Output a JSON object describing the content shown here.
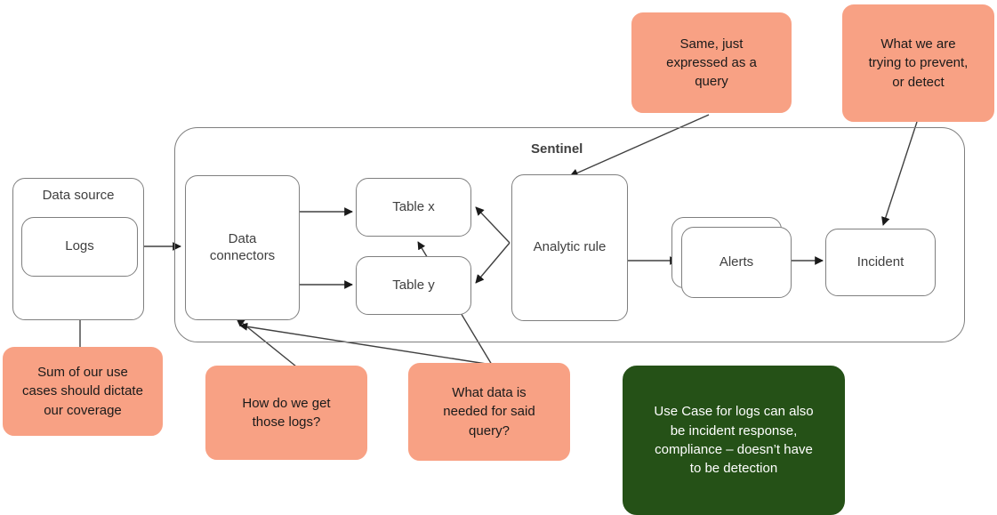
{
  "diagram": {
    "title_label": "Sentinel",
    "colors": {
      "callout_salmon": "#F8A184",
      "callout_green": "#255117",
      "node_stroke": "#7f7f7f",
      "node_text": "#404040",
      "canvas": "#ffffff"
    },
    "groups": [
      {
        "id": "sentinel",
        "label": "Sentinel"
      },
      {
        "id": "data-source",
        "label": "Data source"
      }
    ],
    "nodes": [
      {
        "id": "data-source",
        "label": "Data source"
      },
      {
        "id": "logs",
        "label": "Logs"
      },
      {
        "id": "data-connectors",
        "label": "Data\nconnectors"
      },
      {
        "id": "table-x",
        "label": "Table x"
      },
      {
        "id": "table-y",
        "label": "Table y"
      },
      {
        "id": "analytic-rule",
        "label": "Analytic rule"
      },
      {
        "id": "alerts",
        "label": "Alerts"
      },
      {
        "id": "incident",
        "label": "Incident"
      }
    ],
    "callouts": [
      {
        "id": "same-query",
        "text": "Same, just\nexpressed as a\nquery",
        "style": "salmon"
      },
      {
        "id": "prevent-detect",
        "text": "What we are\ntrying to prevent,\nor detect",
        "style": "salmon"
      },
      {
        "id": "use-cases-coverage",
        "text": "Sum of our use\ncases should dictate\nour coverage",
        "style": "salmon"
      },
      {
        "id": "how-get-logs",
        "text": "How do we get\nthose logs?",
        "style": "salmon"
      },
      {
        "id": "what-data-needed",
        "text": "What data is\nneeded for said\nquery?",
        "style": "salmon"
      },
      {
        "id": "use-case-note",
        "text": "Use Case for logs can also\nbe incident response,\ncompliance – doesn’t have\nto be detection",
        "style": "green"
      }
    ],
    "connections": [
      {
        "from": "logs",
        "to": "data-connectors"
      },
      {
        "from": "data-connectors",
        "to": "table-x"
      },
      {
        "from": "data-connectors",
        "to": "table-y"
      },
      {
        "from": "analytic-rule",
        "to": "table-x"
      },
      {
        "from": "analytic-rule",
        "to": "table-y"
      },
      {
        "from": "analytic-rule",
        "to": "alerts"
      },
      {
        "from": "alerts",
        "to": "incident"
      },
      {
        "from": "use-cases-coverage",
        "to": "logs"
      },
      {
        "from": "how-get-logs",
        "to": "data-connectors"
      },
      {
        "from": "what-data-needed",
        "to": "table-x"
      },
      {
        "from": "what-data-needed",
        "to": "table-y"
      },
      {
        "from": "same-query",
        "to": "analytic-rule"
      },
      {
        "from": "prevent-detect",
        "to": "incident"
      }
    ]
  }
}
